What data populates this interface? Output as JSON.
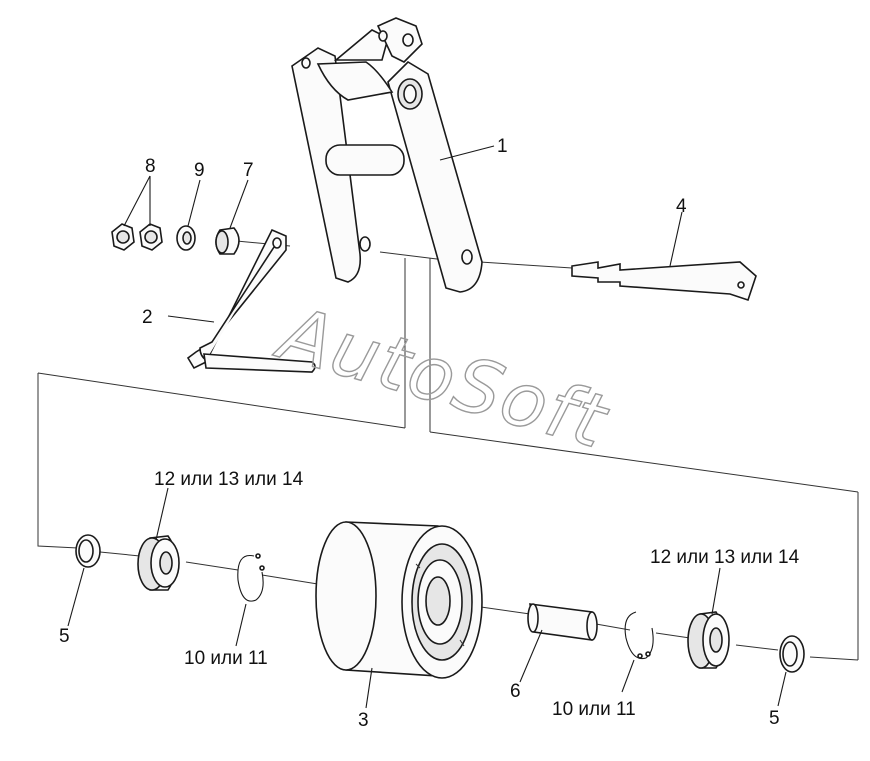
{
  "watermark": "AutoSoft",
  "callouts": {
    "c1": "1",
    "c2": "2",
    "c3": "3",
    "c4": "4",
    "c5_left": "5",
    "c5_right": "5",
    "c6": "6",
    "c7": "7",
    "c8": "8",
    "c9": "9",
    "c10_left": "10 или 11",
    "c10_right": "10 или 11",
    "c12_left": "12 или 13 или 14",
    "c12_right": "12 или 13 или 14"
  }
}
